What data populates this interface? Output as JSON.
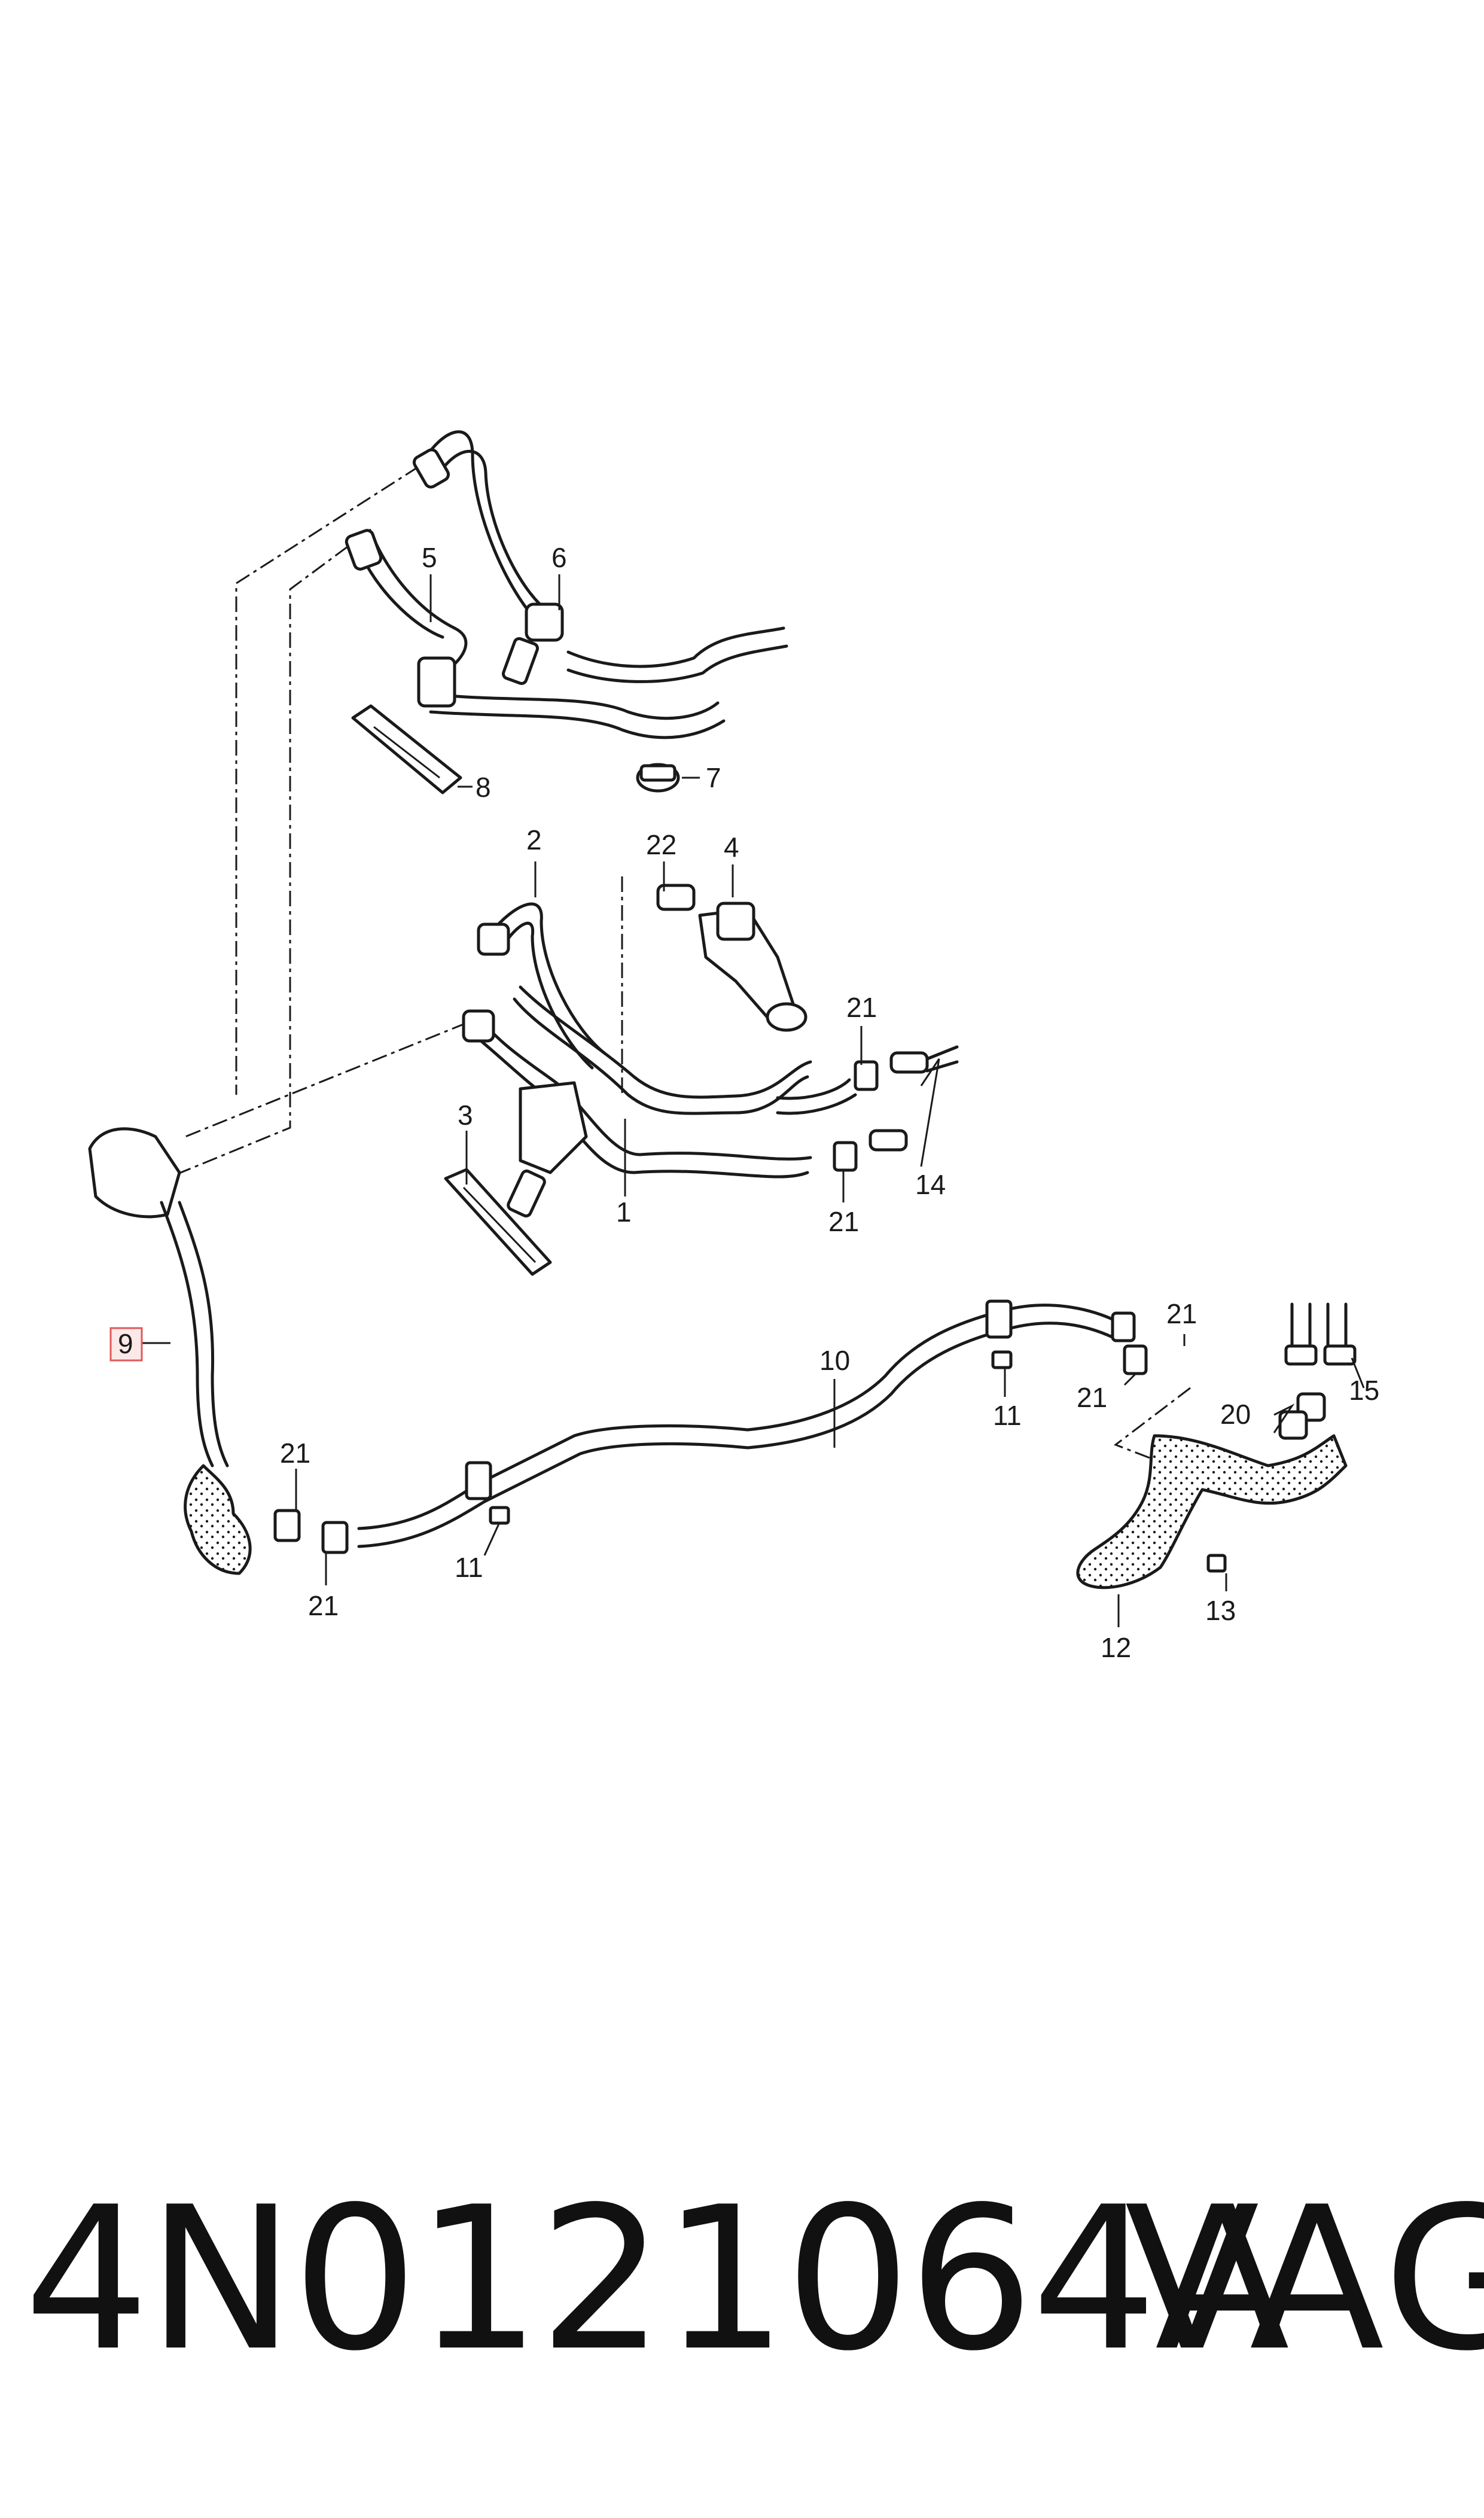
{
  "diagram": {
    "callouts": {
      "c1": "1",
      "c2": "2",
      "c3": "3",
      "c4": "4",
      "c5": "5",
      "c6": "6",
      "c7": "7",
      "c8": "8",
      "c9": "9",
      "c10": "10",
      "c11a": "11",
      "c11b": "11",
      "c12": "12",
      "c13": "13",
      "c14": "14",
      "c15": "15",
      "c20": "20",
      "c21a": "21",
      "c21b": "21",
      "c21c": "21",
      "c21d": "21",
      "c21e": "21",
      "c21f": "21",
      "c22": "22"
    },
    "highlighted_callout": "9",
    "highlight_color": "#e05a5a"
  },
  "footer": {
    "part_number": "4N0121064A",
    "brand": "VAG"
  }
}
